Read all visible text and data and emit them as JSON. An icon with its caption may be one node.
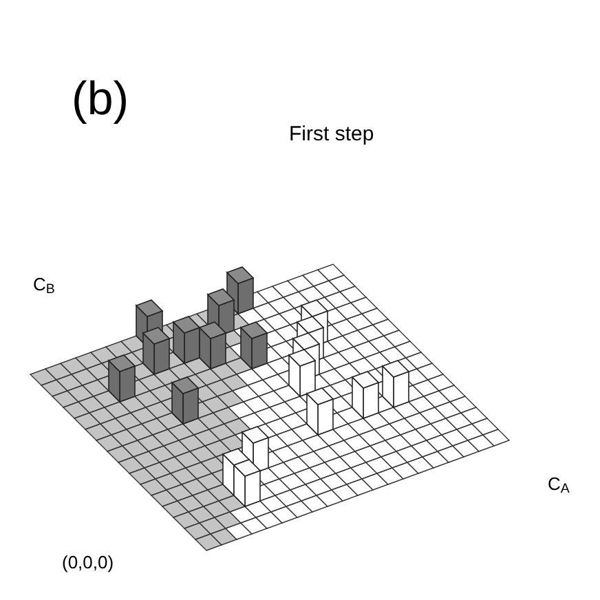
{
  "diagram": {
    "labels": [
      "(b)",
      "First step",
      "C$_{B}$",
      "C$_{A}$",
      "(0,0,0)"
    ]
  }
}
